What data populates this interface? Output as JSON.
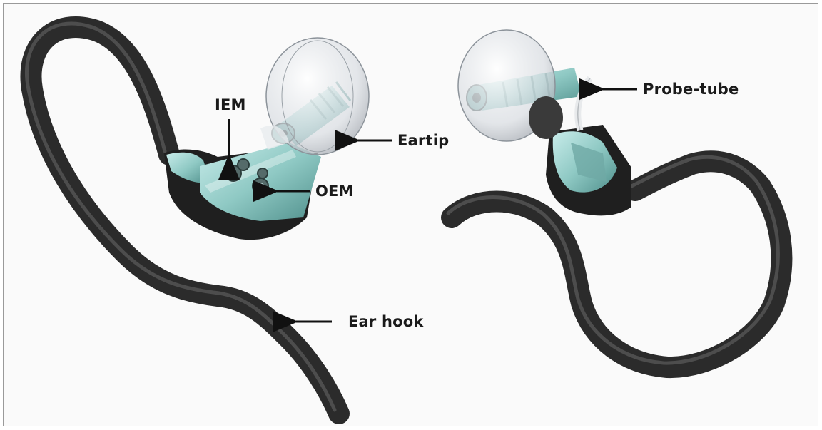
{
  "labels": {
    "iem": "IEM",
    "eartip": "Eartip",
    "oem": "OEM",
    "ear_hook": "Ear hook",
    "probe_tube": "Probe-tube"
  },
  "colors": {
    "cable": "#2b2b2b",
    "body": "#8fc9c4",
    "eartip_shell": "#e6e9ec",
    "arrow": "#111111"
  }
}
